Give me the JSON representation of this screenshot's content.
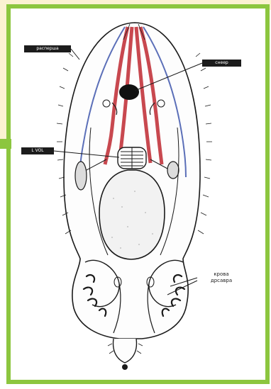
{
  "labels": {
    "top_left": "расперша",
    "top_right": "снеер",
    "mid_left": "L VOL",
    "bottom_right_line1": "крова",
    "bottom_right_line2": "дрсавра"
  },
  "colors": {
    "frame_green": "#8cc63f",
    "panel_cream": "#fbf2d2",
    "vessel_red": "#c8484f",
    "vessel_blue": "#5b6fb8",
    "outline": "#1a1a1a"
  }
}
